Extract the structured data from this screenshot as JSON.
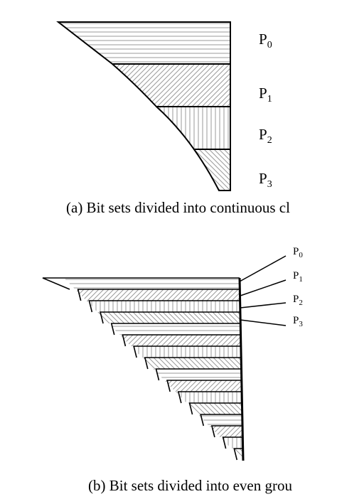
{
  "panel_a": {
    "caption": "(a) Bit sets divided into continuous cl",
    "labels": [
      {
        "base": "P",
        "sub": "0"
      },
      {
        "base": "P",
        "sub": "1"
      },
      {
        "base": "P",
        "sub": "2"
      },
      {
        "base": "P",
        "sub": "3"
      }
    ]
  },
  "panel_b": {
    "caption": "(b) Bit sets divided into even grou",
    "labels": [
      {
        "base": "P",
        "sub": "0"
      },
      {
        "base": "P",
        "sub": "1"
      },
      {
        "base": "P",
        "sub": "2"
      },
      {
        "base": "P",
        "sub": "3"
      }
    ]
  }
}
